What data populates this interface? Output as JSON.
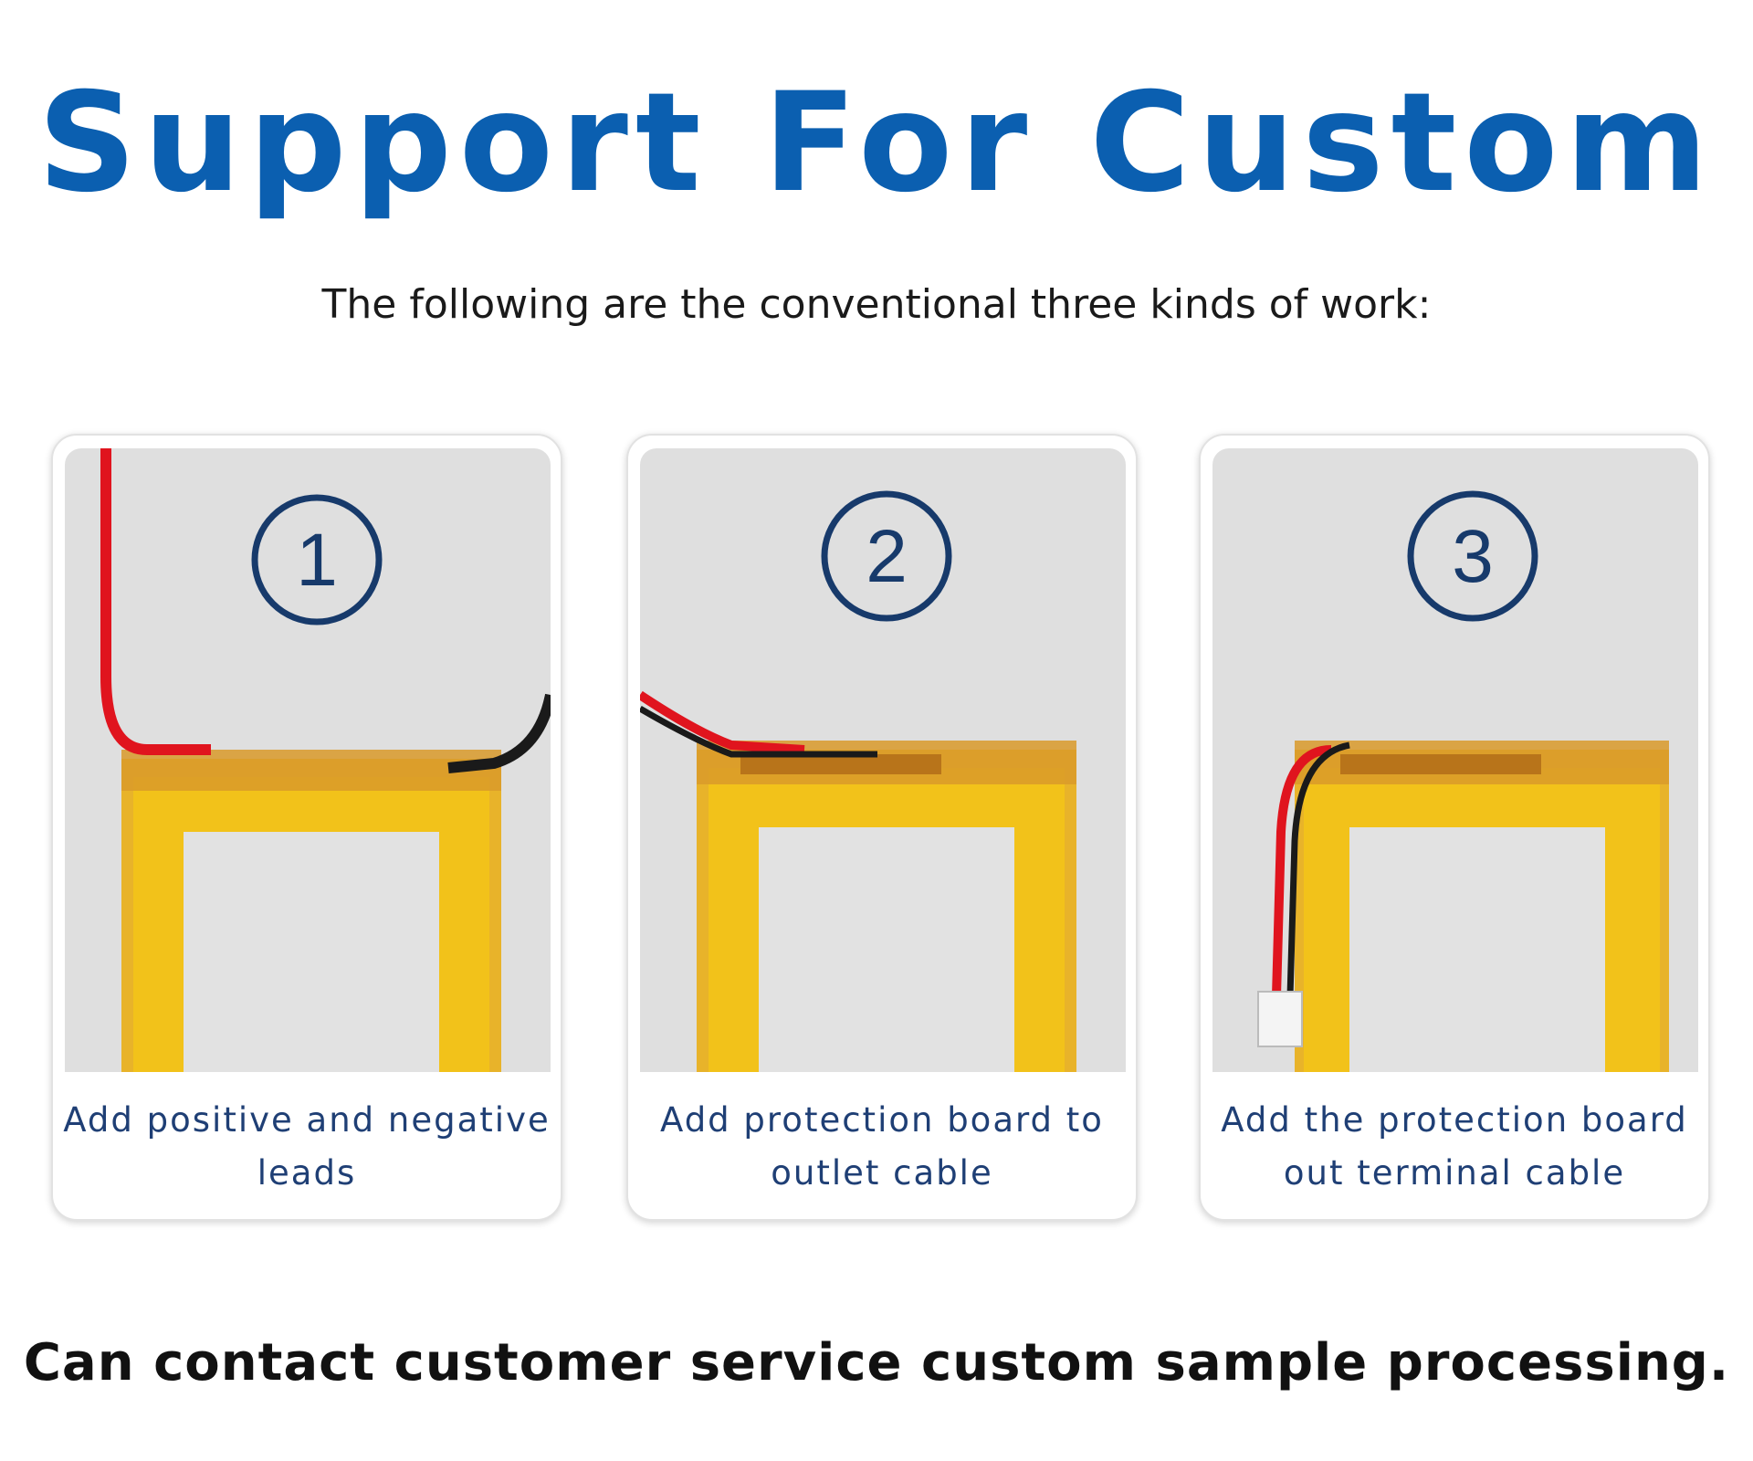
{
  "title": "Support For Custom",
  "subtitle": "The following are the conventional three kinds of work:",
  "cards": [
    {
      "number": "1",
      "caption": "Add positive and negative leads"
    },
    {
      "number": "2",
      "caption": "Add protection board to outlet cable"
    },
    {
      "number": "3",
      "caption": "Add the protection board out terminal cable"
    }
  ],
  "footer": "Can contact customer service custom sample processing.",
  "colors": {
    "title": "#0b5fb0",
    "number_ring": "#173a6b",
    "battery_tape": "#f2c21a",
    "wire_red": "#e0141e",
    "wire_black": "#1a1a1a"
  }
}
